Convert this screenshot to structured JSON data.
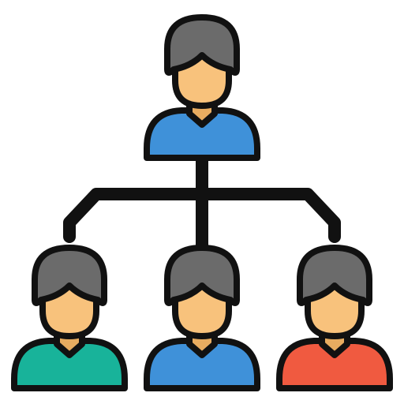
{
  "icon": {
    "name": "organization-hierarchy-icon",
    "colors": {
      "outline": "#111111",
      "hair": "#6b6b6b",
      "skin": "#f8c27c",
      "neck": "#e8ac60",
      "top_shirt": "#3f91d9",
      "bottom_left_shirt": "#18b39a",
      "bottom_center_shirt": "#3f91d9",
      "bottom_right_shirt": "#f05a40",
      "background": "#ffffff"
    },
    "people": [
      {
        "role": "top",
        "shirt_key": "top_shirt"
      },
      {
        "role": "bottom-left",
        "shirt_key": "bottom_left_shirt"
      },
      {
        "role": "bottom-center",
        "shirt_key": "bottom_center_shirt"
      },
      {
        "role": "bottom-right",
        "shirt_key": "bottom_right_shirt"
      }
    ]
  }
}
